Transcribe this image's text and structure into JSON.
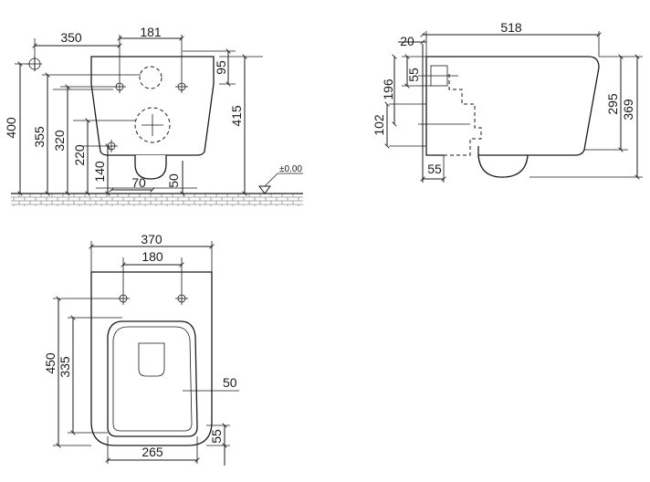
{
  "dimensions": {
    "front": {
      "d350": "350",
      "d181": "181",
      "d95": "95",
      "d400": "400",
      "d355": "355",
      "d320": "320",
      "d220": "220",
      "d140": "140",
      "d70": "70",
      "d50": "50",
      "d415": "415",
      "level": "±0.00"
    },
    "side": {
      "d20": "20",
      "d518": "518",
      "d55top": "55",
      "d196": "196",
      "d102": "102",
      "d295": "295",
      "d369": "369",
      "d55bottom": "55"
    },
    "top": {
      "d370": "370",
      "d180": "180",
      "d450": "450",
      "d335": "335",
      "d50": "50",
      "d55": "55",
      "d265": "265"
    }
  },
  "colors": {
    "line": "#1a1a1a",
    "floor": "#8c8c8c",
    "background": "#ffffff"
  }
}
